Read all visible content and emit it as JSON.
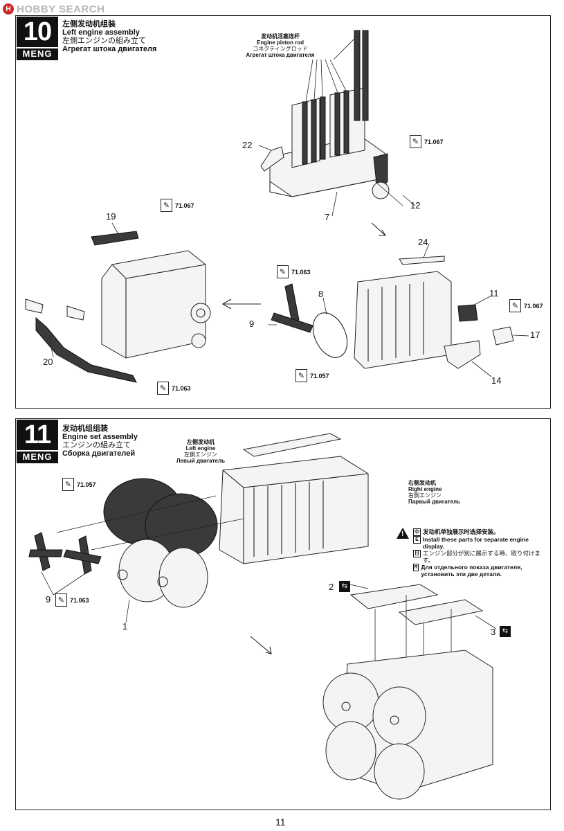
{
  "site": {
    "logo_text": "HOBBY SEARCH"
  },
  "page_number": "11",
  "brand": "MENG",
  "step10": {
    "number": "10",
    "title_zh": "左侧发动机组装",
    "title_en": "Left engine assembly",
    "title_ja": "左側エンジンの組み立て",
    "title_ru": "Агрегат штока двигателя",
    "piston_label": {
      "zh": "发动机活塞连杆",
      "en": "Engine piston rod",
      "ja": "コネクティングロッド",
      "ru": "Агрегат штока двигателя"
    },
    "parts": [
      "22",
      "12",
      "7",
      "19",
      "24",
      "8",
      "9",
      "11",
      "17",
      "20",
      "14"
    ],
    "paints": [
      "71.067",
      "71.067",
      "71.063",
      "71.067",
      "71.063",
      "71.057"
    ]
  },
  "step11": {
    "number": "11",
    "title_zh": "发动机组组装",
    "title_en": "Engine set assembly",
    "title_ja": "エンジンの組み立て",
    "title_ru": "Сборка двигателей",
    "left_engine": {
      "zh": "左侧发动机",
      "en": "Left engine",
      "ja": "左側エンジン",
      "ru": "Левый двигатель"
    },
    "right_engine": {
      "zh": "右侧发动机",
      "en": "Right engine",
      "ja": "右側エンジン",
      "ru": "Парвый двигатель"
    },
    "paints": [
      "71.057",
      "71.063"
    ],
    "parts": [
      "9",
      "1",
      "2",
      "3"
    ],
    "note": {
      "zh": "发动机单独展示时选择安装。",
      "en": "Install these parts for separate engine display.",
      "ja": "エンジン部分が別に展示する時、取り付けます。",
      "ru": "Для отдельного показа двигателя, установить эти две детали."
    }
  }
}
